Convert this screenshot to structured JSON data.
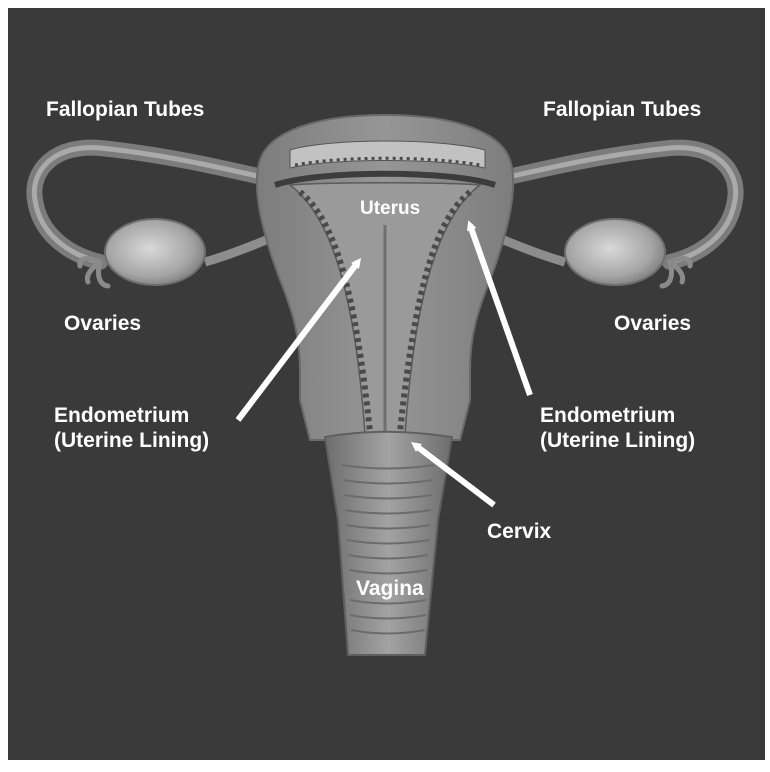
{
  "diagram": {
    "background_color": "#3a3a3a",
    "tissue_color": "#8c8c8c",
    "lining_color": "#b8b8b8",
    "label_color": "#ffffff",
    "labels": {
      "fallopian_left": "Fallopian Tubes",
      "fallopian_right": "Fallopian Tubes",
      "uterus": "Uterus",
      "ovaries_left": "Ovaries",
      "ovaries_right": "Ovaries",
      "endometrium_left_line1": "Endometrium",
      "endometrium_left_line2": "(Uterine Lining)",
      "endometrium_right_line1": "Endometrium",
      "endometrium_right_line2": "(Uterine Lining)",
      "cervix": "Cervix",
      "vagina": "Vagina"
    }
  }
}
